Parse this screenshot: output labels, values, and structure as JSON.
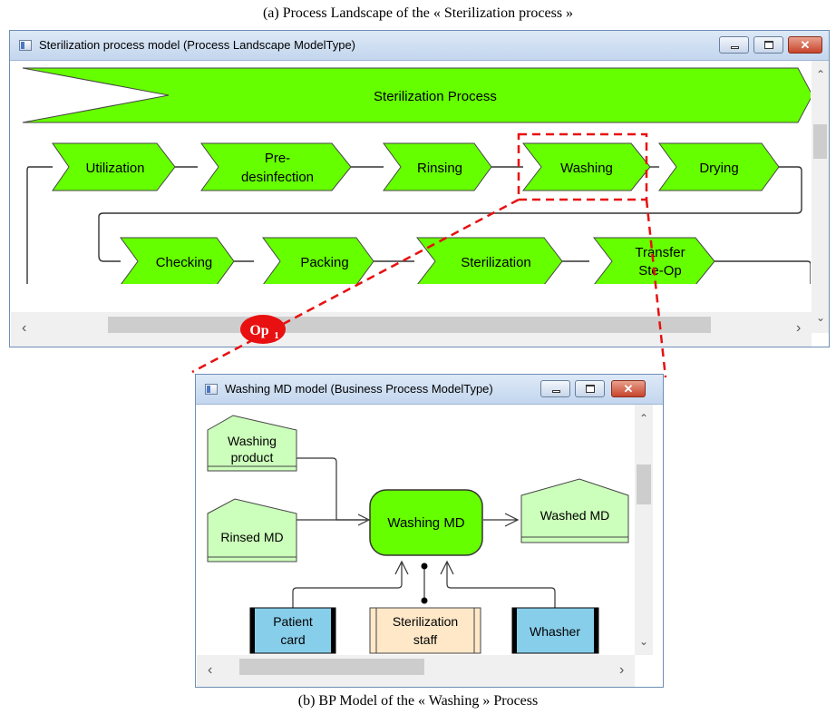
{
  "captions": {
    "top": "(a) Process Landscape of the « Sterilization process »",
    "bottom": "(b) BP Model of the « Washing » Process"
  },
  "window_a": {
    "title": "Sterilization process model (Process Landscape ModelType)",
    "main_process": "Sterilization Process",
    "row1": [
      "Utilization",
      "Pre-|desinfection",
      "Rinsing",
      "Washing",
      "Drying"
    ],
    "row2": [
      "Checking",
      "Packing",
      "Sterilization",
      "Transfer|Ste-Op"
    ]
  },
  "op_badge": {
    "text": "Op",
    "subscript": "1"
  },
  "window_b": {
    "title": "Washing MD model (Business Process ModelType)",
    "inputs": [
      "Washing|product",
      "Rinsed MD"
    ],
    "function": "Washing MD",
    "output": "Washed MD",
    "resources": [
      "Patient|card",
      "Sterilization|staff",
      "Whasher"
    ]
  },
  "colors": {
    "process_green": "#66ff00",
    "data_green": "#ccffbb",
    "resource_blue": "#87ceeb",
    "staff_peach": "#ffe8c8",
    "highlight_red": "#e81010",
    "window_border": "#6e8fb5"
  },
  "icons": [
    "window-app-icon",
    "minimize-icon",
    "maximize-icon",
    "close-icon",
    "scroll-left-icon",
    "scroll-right-icon",
    "scroll-up-icon",
    "scroll-down-icon"
  ]
}
